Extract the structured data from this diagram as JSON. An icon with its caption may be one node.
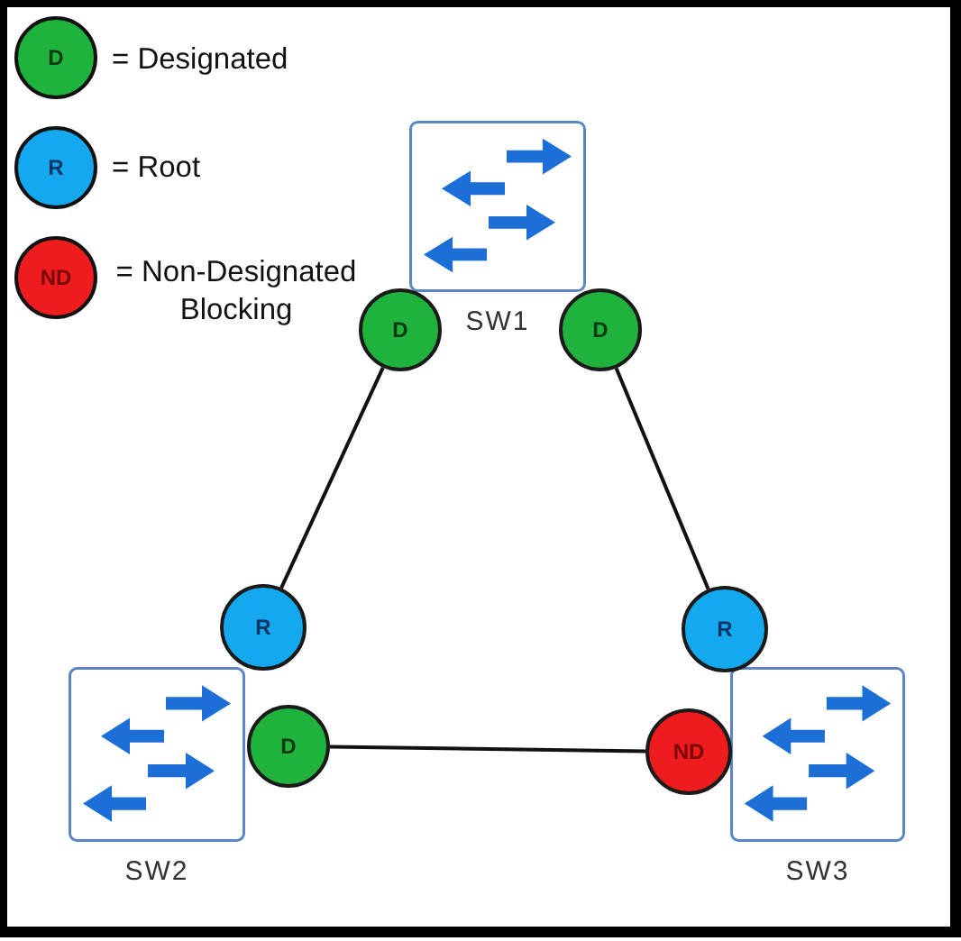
{
  "diagram": {
    "nodes": [
      {
        "text": [
          "SW1"
        ]
      },
      {
        "text": [
          "D"
        ]
      },
      {
        "text": [
          "D"
        ]
      },
      {
        "text": [
          "R"
        ]
      },
      {
        "text": [
          "R"
        ]
      },
      {
        "text": [
          "SW2"
        ]
      },
      {
        "text": [
          "D"
        ]
      },
      {
        "text": [
          "ND"
        ]
      },
      {
        "text": [
          "SW3"
        ]
      }
    ],
    "edges": [
      {
        "from": 1,
        "to": 3,
        "arrow": "none"
      },
      {
        "from": 2,
        "to": 4,
        "arrow": "none"
      },
      {
        "from": 6,
        "to": 7,
        "arrow": "none"
      }
    ],
    "labels": [
      "D",
      "R",
      "ND"
    ],
    "legend": [
      {
        "text": "= Designated",
        "color": "#1fb23c"
      },
      {
        "text": "= Root",
        "color": "#14a9ef"
      },
      {
        "text": "= Non-Designated Blocking",
        "color": "#ee1c1c"
      }
    ]
  }
}
